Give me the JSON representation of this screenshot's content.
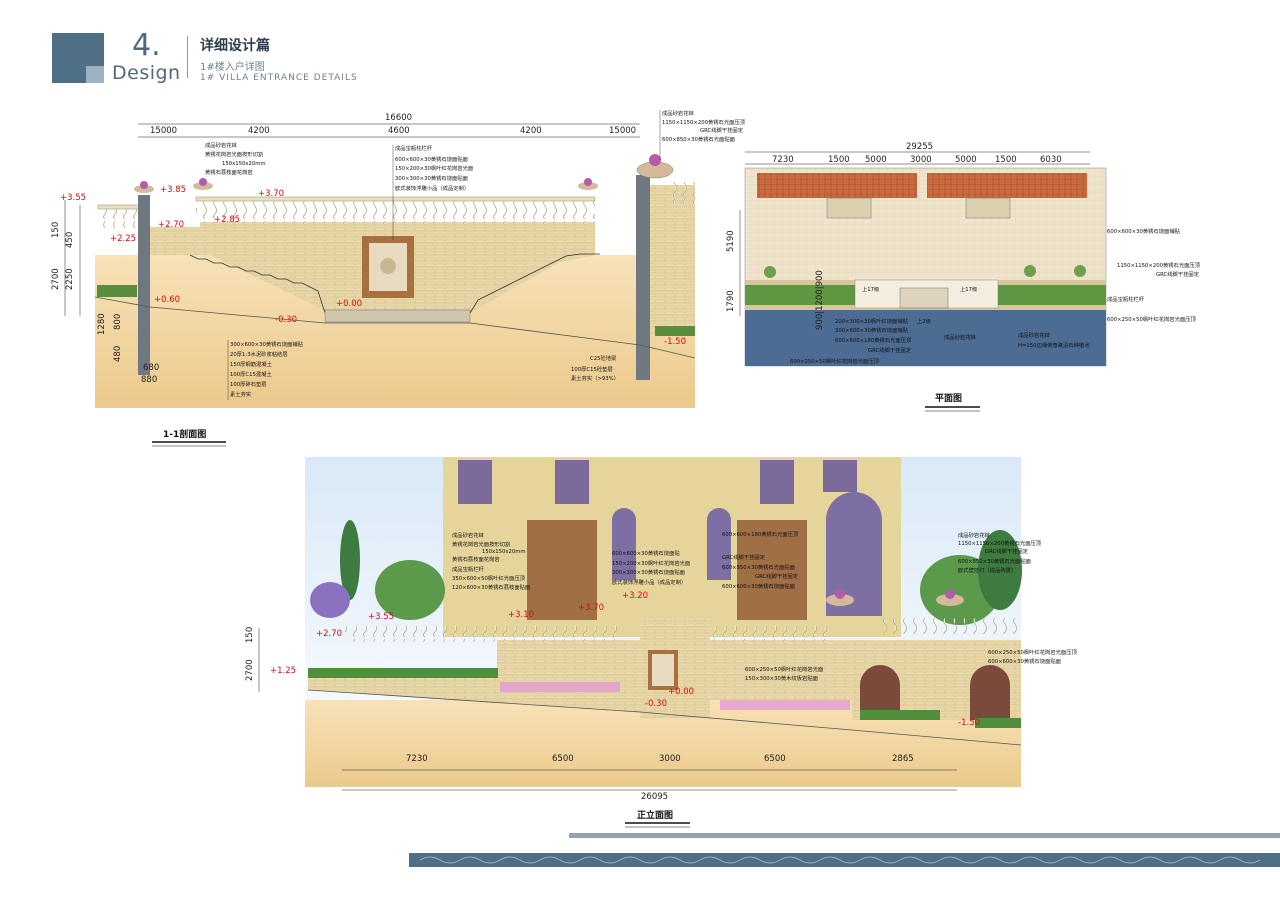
{
  "header": {
    "number": "4.",
    "word": "Design",
    "title": "详细设计篇",
    "subtitle": "1#楼入户详图",
    "subtitle_en": "1# VILLA ENTRANCE DETAILS"
  },
  "section_1": {
    "caption": "1-1剖面图",
    "total_width": "16600",
    "widths": [
      "15000",
      "4200",
      "4600",
      "4200",
      "15000"
    ],
    "left_heights": [
      "150",
      "450",
      "2700",
      "2250",
      "1280",
      "800",
      "480"
    ],
    "base_widths": [
      "680",
      "880"
    ],
    "levels": [
      "+3.55",
      "+3.85",
      "+3.70",
      "+2.70",
      "+2.85",
      "+2.25",
      "+0.60",
      "+0.00",
      "-0.30",
      "-1.50"
    ],
    "notes_top_left": [
      "成品砂岩花钵",
      "黄锈花岗岩光面按形切割",
      "150x150x20mm",
      "黄锈石荔枝面花岗岩"
    ],
    "notes_center": [
      "成品宝瓶柱栏杆",
      "600×600×30黄锈石烧面贴面",
      "150×200×30枫叶红花岗岩光面",
      "300×300×30黄锈石烧面贴面",
      "欧式装饰浮雕小品（成品定制）"
    ],
    "notes_top_right": [
      "成品砂岩花钵",
      "1150×1150×200黄锈石光面压顶",
      "GRC线脚干挂固定",
      "600×850×30黄锈石光面贴面"
    ],
    "notes_bottom": [
      "300×600×30黄锈石烧面铺贴",
      "20厚1:3水泥砂浆粘结层",
      "150厚钢筋混凝土",
      "100厚C15混凝土",
      "100厚碎石垫层",
      "素土夯实"
    ],
    "notes_bottom_right": [
      "C25砼地梁",
      "100厚C15砼垫层",
      "素土夯实（>93%）"
    ]
  },
  "plan": {
    "caption": "平面图",
    "total_width": "29255",
    "widths": [
      "7230",
      "1500",
      "5000",
      "3000",
      "5000",
      "1500",
      "6030"
    ],
    "heights": [
      "5190",
      "1790"
    ],
    "mid_dims": "900|1200|900",
    "steps": [
      "上17级",
      "上17级",
      "上2级"
    ],
    "notes_right": [
      "600×600×30黄锈石烧面铺贴",
      "1150×1150×200黄锈石光面压顶",
      "GRC线脚干挂固定",
      "成品宝瓶柱栏杆",
      "600×250×50枫叶红花岗岩光面压顶"
    ],
    "notes_bottom": [
      "200×300×30枫叶红烧面铺贴",
      "300×600×30黄锈石烧面铺贴",
      "600×600×180黄锈石光面压顶",
      "GRC线脚干挂固定",
      "600×250×50枫叶红花岗岩光面压顶"
    ],
    "notes_center": [
      "成品砂岩花钵",
      "成品砂岩花钵",
      "H=150边缘倒角路沿石种植池"
    ]
  },
  "elevation": {
    "caption": "正立面图",
    "total_width": "26095",
    "widths": [
      "7230",
      "6500",
      "3000",
      "6500",
      "2865"
    ],
    "heights": [
      "150",
      "2700"
    ],
    "levels": [
      "+3.55",
      "+2.70",
      "+1.25",
      "+3.10",
      "+3.70",
      "+3.20",
      "+0.00",
      "-0.30",
      "-1.50"
    ],
    "notes_left": [
      "成品砂岩花钵",
      "黄锈花岗岩光面按形切割",
      "150x150x20mm",
      "黄锈石荔枝面花岗岩",
      "成品宝瓶栏杆",
      "350×600×50枫叶红光面压顶",
      "120×600×30黄锈石荔枝面贴面"
    ],
    "notes_center": [
      "600×600×30黄锈石烧面贴",
      "150×200×30枫叶红花岗岩光面",
      "300×300×30黄锈石烧面贴面",
      "欧式装饰浮雕小品（成品定制）"
    ],
    "notes_center2": [
      "600×600×180黄锈石光面压顶",
      "GRC线脚干挂固定",
      "600×850×30黄锈石光面贴面",
      "GRC线脚干挂固定",
      "600×600×30黄锈石烧面贴面"
    ],
    "notes_right": [
      "成品砂岩花钵",
      "1150×1150×200黄锈石光面压顶",
      "GRC线脚干挂固定",
      "600×850×30黄锈石光面贴面",
      "欧式壁挂灯（成品购置）"
    ],
    "notes_right2": [
      "600×250×50枫叶红花岗岩光面压顶",
      "600×600×30黄锈石烧面贴面"
    ],
    "notes_wall": [
      "600×250×50枫叶红花岗岩光面",
      "150×300×30黄木纹板岩贴面"
    ]
  },
  "colors": {
    "brand": "#4e6f86",
    "brand_light": "#9fb2c1",
    "level": "#d01010",
    "soil": "#f0d7a8",
    "stone": "#e9d9ae",
    "water": "#4d6c94",
    "roof": "#c0633c"
  }
}
